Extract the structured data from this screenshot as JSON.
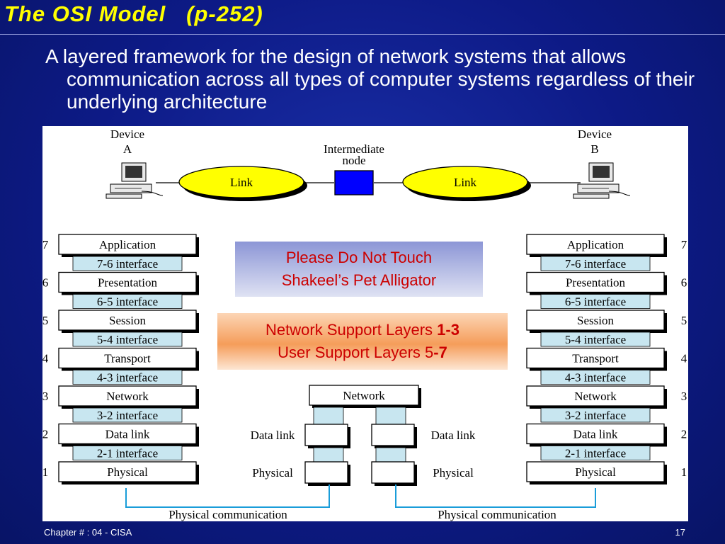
{
  "slide": {
    "title": "The OSI Model   (p-252)",
    "bullet": "A layered framework for the design of network systems that allows communication across all types of computer systems regardless of their underlying architecture"
  },
  "diagram": {
    "device_a": [
      "Device",
      "A"
    ],
    "device_b": [
      "Device",
      "B"
    ],
    "intermediate_node": [
      "Intermediate",
      "node"
    ],
    "link_label": "Link",
    "layers": [
      "Application",
      "Presentation",
      "Session",
      "Transport",
      "Network",
      "Data link",
      "Physical"
    ],
    "layer_numbers": [
      "7",
      "6",
      "5",
      "4",
      "3",
      "2",
      "1"
    ],
    "interfaces": [
      "7-6 interface",
      "6-5 interface",
      "5-4 interface",
      "4-3 interface",
      "3-2 interface",
      "2-1 interface"
    ],
    "intermediate_layers": [
      "Network",
      "Data link",
      "Physical"
    ],
    "physical_communication": "Physical communication"
  },
  "mnemonic": {
    "line1": "Please Do Not Touch",
    "line2": "Shakeel’s Pet Alligator"
  },
  "support": {
    "network_prefix": "Network Support Layers ",
    "network_range": "1-3",
    "user_prefix": "User Support Layers 5",
    "user_range": "-7"
  },
  "footer": {
    "chapter": "Chapter # : 04  - CISA",
    "page": "17"
  },
  "colors": {
    "background": "#0d1a86",
    "title": "#ffff00",
    "link_ellipse": "#ffff00",
    "intermediate_node": "#0000ff",
    "interface_fill": "#c8e6f0",
    "physical_line": "#1a9dd9",
    "mnemonic_text": "#cc0000"
  }
}
